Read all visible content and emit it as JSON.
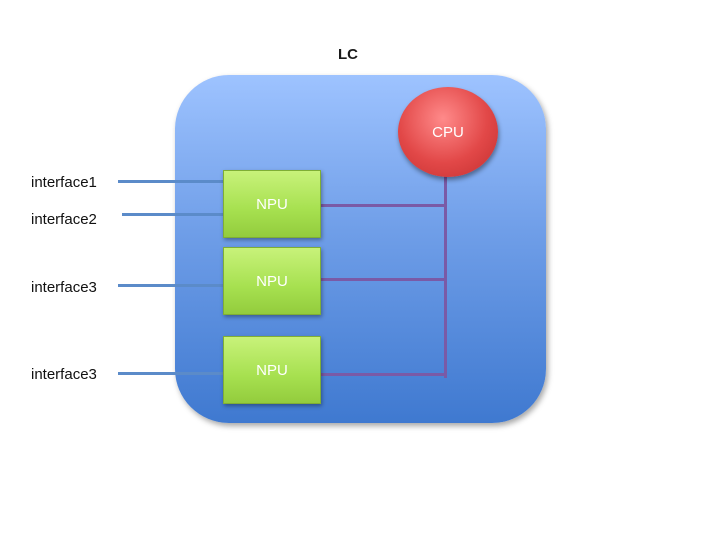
{
  "diagram": {
    "title": "LC",
    "cpu_label": "CPU",
    "npus": [
      {
        "label": "NPU"
      },
      {
        "label": "NPU"
      },
      {
        "label": "NPU"
      }
    ],
    "interfaces": [
      {
        "label": "interface1"
      },
      {
        "label": "interface2"
      },
      {
        "label": "interface3"
      },
      {
        "label": "interface3"
      }
    ]
  },
  "colors": {
    "lc_box": "#6f9ee8",
    "npu": "#a6e04f",
    "cpu": "#e24848",
    "bus": "#7a5aa6",
    "interface_wire": "#5b8bc9"
  }
}
